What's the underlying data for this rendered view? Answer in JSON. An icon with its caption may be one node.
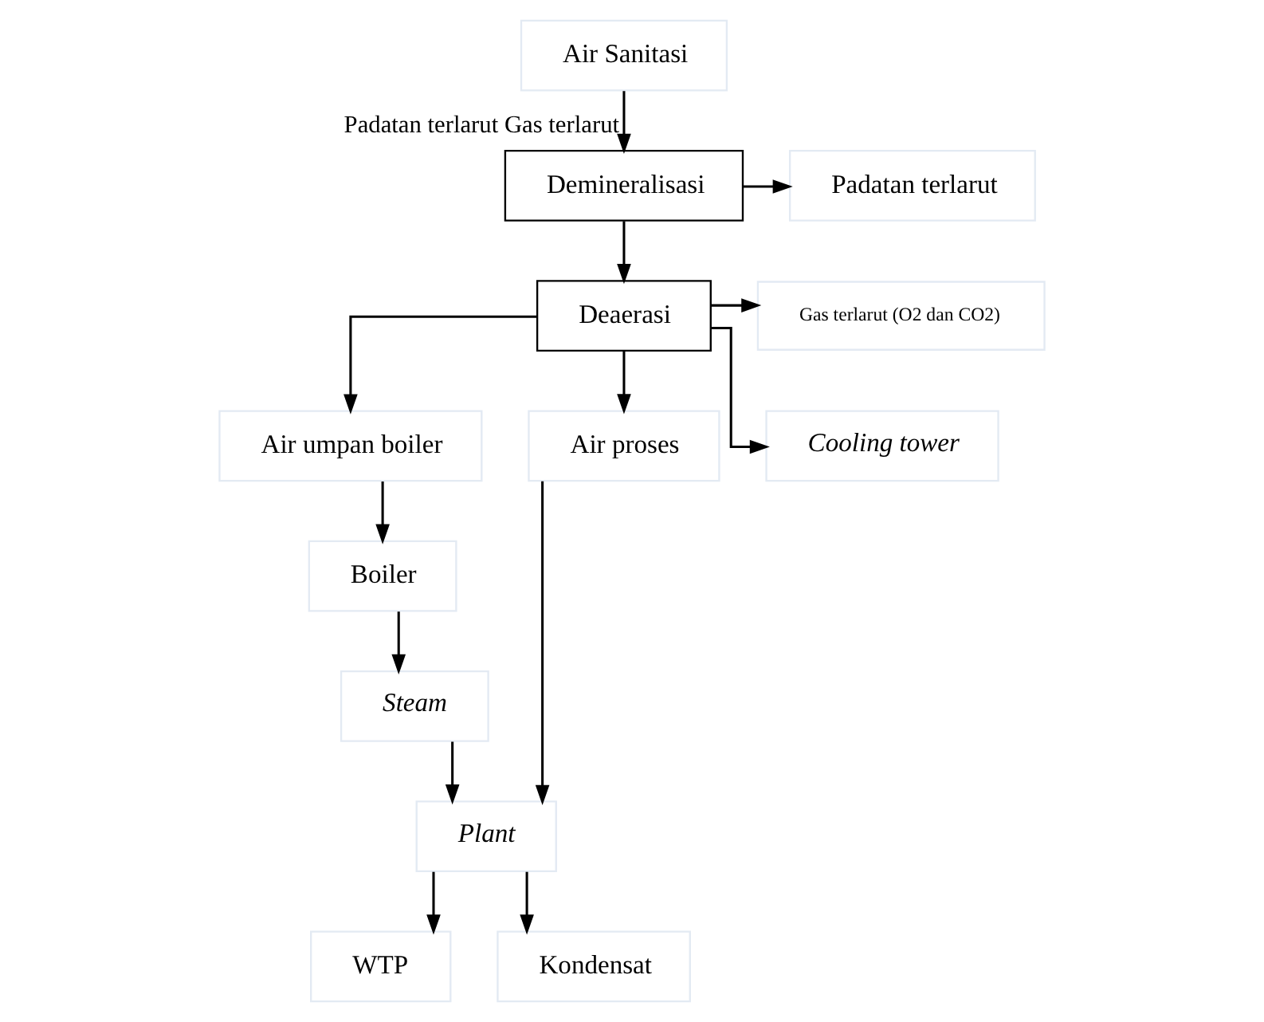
{
  "diagram": {
    "nodes": [
      {
        "text": [
          "Air Sanitasi"
        ]
      },
      {
        "text": [
          "Demineralisasi"
        ]
      },
      {
        "text": [
          "Padatan terlarut"
        ]
      },
      {
        "text": [
          "Deaerasi"
        ]
      },
      {
        "text": [
          "Gas terlarut (O2 dan CO2)"
        ]
      },
      {
        "text": [
          "Air umpan boiler"
        ]
      },
      {
        "text": [
          "Air proses"
        ]
      },
      {
        "text": [
          "Cooling tower"
        ]
      },
      {
        "text": [
          "Boiler"
        ]
      },
      {
        "text": [
          "Plant"
        ]
      },
      {
        "text": [
          "Steam"
        ]
      },
      {
        "text": [
          "WTP"
        ]
      },
      {
        "text": [
          "Kondensat"
        ]
      }
    ],
    "edges": [
      {
        "from": 0,
        "to": 1,
        "arrow": "to",
        "label": "Padatan terlarut Gas terlarut"
      },
      {
        "from": 1,
        "to": 2,
        "arrow": "to"
      },
      {
        "from": 1,
        "to": 3,
        "arrow": "to"
      },
      {
        "from": 3,
        "to": 4,
        "arrow": "to"
      },
      {
        "from": 3,
        "to": 5,
        "arrow": "to"
      },
      {
        "from": 3,
        "to": 6,
        "arrow": "to"
      },
      {
        "from": 3,
        "to": 7,
        "arrow": "to"
      },
      {
        "from": 5,
        "to": 8,
        "arrow": "to"
      },
      {
        "from": 8,
        "to": 10,
        "arrow": "to"
      },
      {
        "from": 10,
        "to": 9,
        "arrow": "to"
      },
      {
        "from": 6,
        "to": 9,
        "arrow": "to"
      },
      {
        "from": 9,
        "to": 11,
        "arrow": "to"
      },
      {
        "from": 9,
        "to": 12,
        "arrow": "to"
      }
    ]
  }
}
